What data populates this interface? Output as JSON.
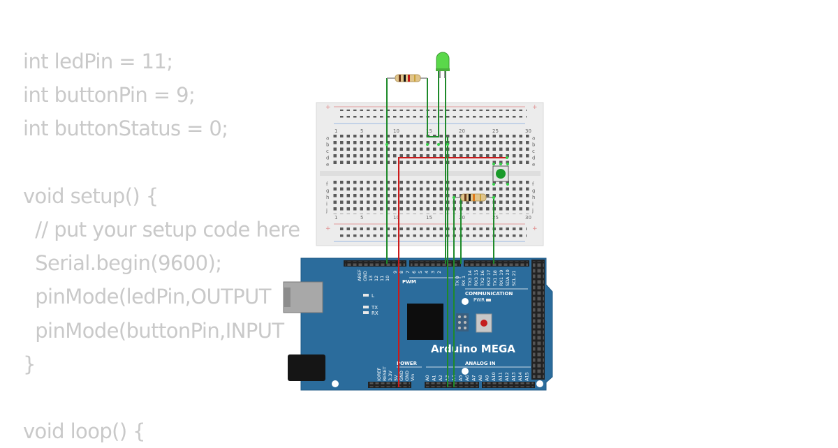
{
  "code": {
    "lines": [
      "int ledPin = 11;",
      "int buttonPin = 9;",
      "int buttonStatus = 0;",
      "",
      "void setup() {",
      "  // put your setup code here",
      "  Serial.begin(9600);",
      "  pinMode(ledPin,OUTPUT",
      "  pinMode(buttonPin,INPUT",
      "}",
      "",
      "void loop() {"
    ]
  },
  "breadboard": {
    "columns_top": [
      "1",
      "5",
      "10",
      "15",
      "20",
      "25",
      "30"
    ],
    "columns_bottom": [
      "1",
      "5",
      "10",
      "15",
      "20",
      "25",
      "30"
    ],
    "rows_top": [
      "a",
      "b",
      "c",
      "d",
      "e"
    ],
    "rows_bottom": [
      "f",
      "g",
      "h",
      "i",
      "j"
    ],
    "rail_plus": "+",
    "rail_minus": "−"
  },
  "board": {
    "name": "Arduino MEGA",
    "pwm_label": "PWM",
    "communication_label": "COMMUNICATION",
    "power_label": "POWER",
    "analog_label": "ANALOG IN",
    "pwr_label": "PWR",
    "l_label": "L",
    "tx_label": "TX",
    "rx_label": "RX",
    "top_pins_left": [
      "AREF",
      "GND",
      "13",
      "12",
      "11",
      "10"
    ],
    "top_pins_pwm": [
      "9",
      "8",
      "7",
      "6",
      "5",
      "4",
      "3",
      "2"
    ],
    "top_pins_comm": [
      "TX 0",
      "RX 1",
      "TX3 14",
      "RX3 15",
      "TX2 16",
      "RX2 17",
      "TX1 18",
      "RX1 19",
      "SDA 20",
      "SCL 21"
    ],
    "bottom_pins_power": [
      "IOREF",
      "RESET",
      "3.3V",
      "5V",
      "GND",
      "GND",
      "Vin"
    ],
    "bottom_pins_analog": [
      "A0",
      "A1",
      "A2",
      "A3",
      "A4",
      "A5",
      "A6",
      "A7",
      "A8",
      "A9",
      "A10",
      "A11",
      "A12",
      "A13",
      "A14",
      "A15"
    ]
  },
  "colors": {
    "code_text": "#c9c9c9",
    "board_blue": "#2b6c9c",
    "wire_green": "#1e8a2a",
    "wire_red": "#cc1a1a",
    "led_green": "#5ad84a",
    "button_green": "#1a9a2a"
  }
}
